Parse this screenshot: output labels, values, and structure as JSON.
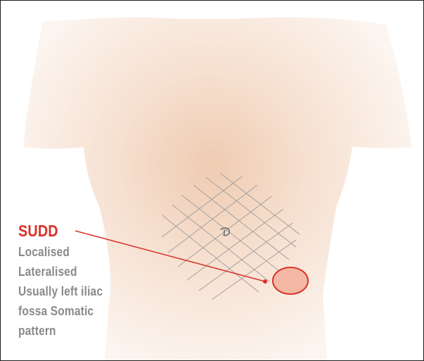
{
  "colors": {
    "accent": "#d8322a",
    "description_text": "#8a8a8a",
    "grid": "#9b9b9b",
    "lesion_fill": "#f4b8a4",
    "lesion_stroke": "#d8322a",
    "torso_inner": "#f0cdb3",
    "torso_outer": "#fbf1ea"
  },
  "callout": {
    "title": "SUDD",
    "lines": [
      "Localised",
      "Lateralised",
      "Usually left iliac",
      "fossa Somatic",
      "pattern"
    ]
  },
  "icons": {
    "navel": "umbilicus-icon",
    "lesion": "pain-area-marker-icon"
  }
}
